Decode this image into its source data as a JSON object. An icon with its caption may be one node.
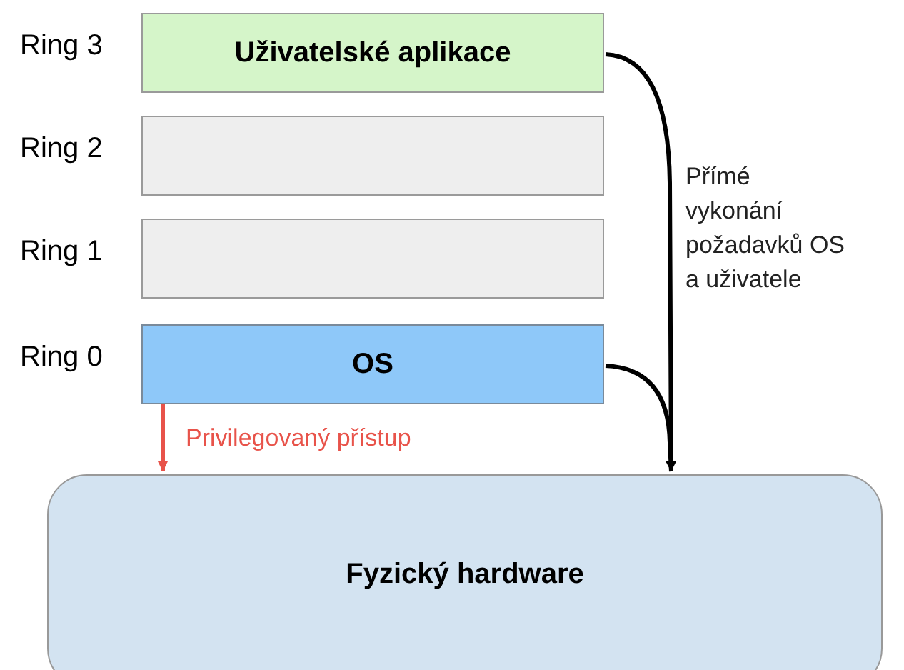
{
  "diagram": {
    "nodes": [
      {
        "text": [
          "Uživatelské aplikace"
        ],
        "beside": [
          "Ring 3"
        ]
      },
      {
        "text": [],
        "shape": "box",
        "beside": [
          "Ring 2"
        ]
      },
      {
        "text": [],
        "shape": "box",
        "beside": [
          "Ring 1"
        ]
      },
      {
        "text": [
          "OS"
        ],
        "beside": [
          "Ring 0"
        ]
      },
      {
        "text": [
          "Fyzický hardware"
        ]
      }
    ],
    "edges": [
      {
        "from": 0,
        "to": 4,
        "arrow": "to",
        "label": "Přímé vykonání požadavků OS a uživatele"
      },
      {
        "from": 3,
        "to": 4,
        "arrow": "to"
      },
      {
        "from": 3,
        "to": 4,
        "arrow": "to",
        "label": "Privilegovaný přístup",
        "color": "#e8534a"
      }
    ]
  }
}
